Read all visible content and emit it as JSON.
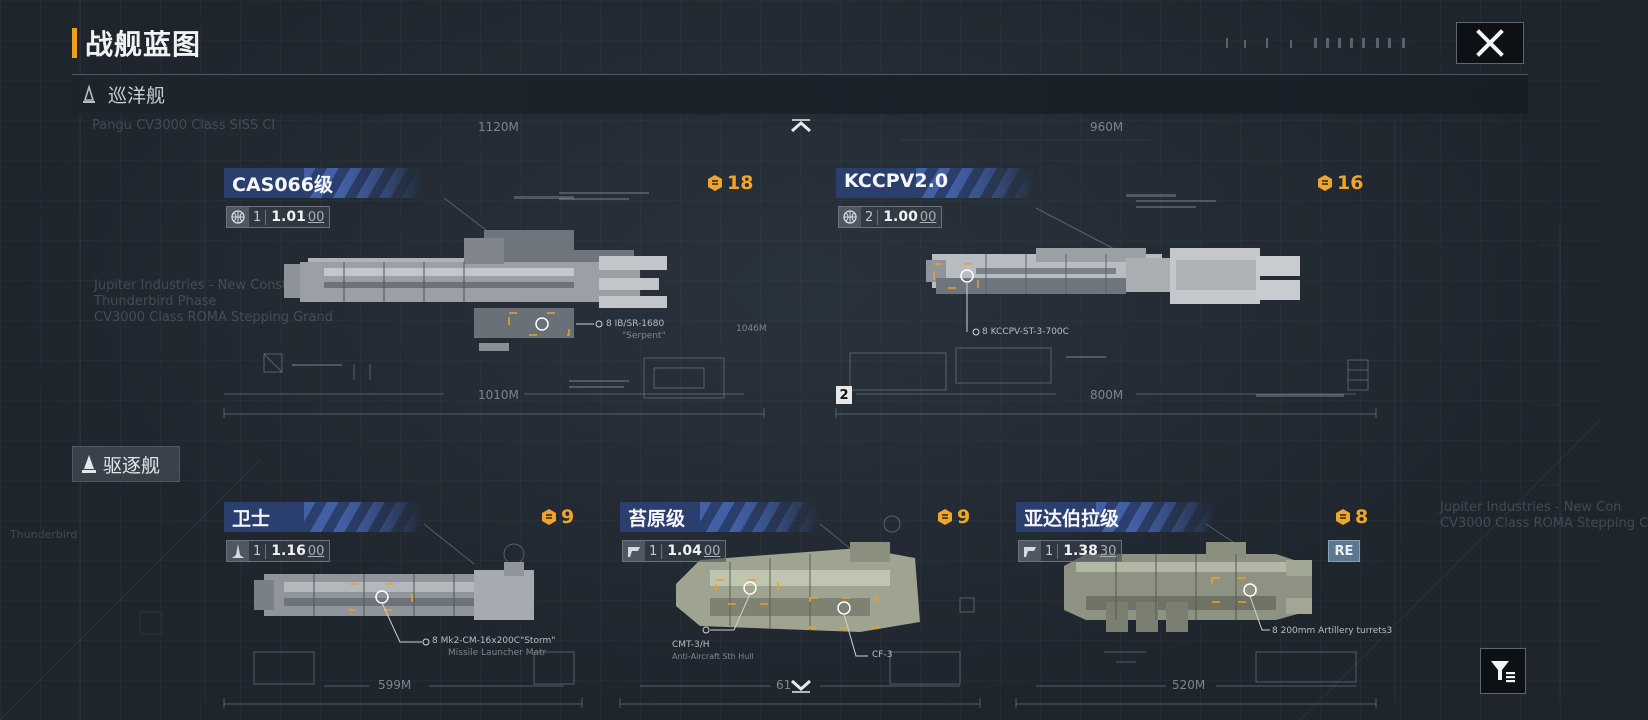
{
  "header": {
    "title": "战舰蓝图",
    "close_icon": "close-icon"
  },
  "colors": {
    "accent_orange": "#f0a020",
    "banner_blue": "#2b3f6e",
    "background": "#1f252d"
  },
  "background_text": {
    "line1": "Pangu CV3000 Class SISS CI",
    "line2": "Jupiter Industries - New Construction",
    "line3": "Thunderbird Phase",
    "line4": "CV3000 Class ROMA Stepping Grand",
    "line5": "Thunderbird",
    "line6": "Jupiter Industries - New Con",
    "line7": "CV3000 Class ROMA Stepping C"
  },
  "categories": [
    {
      "label": "巡洋舰",
      "ships": [
        {
          "name": "CAS066级",
          "cost": "18",
          "tier": "1",
          "value": "1.01",
          "decimal": "00",
          "weapon": "8 IB/SR-1680",
          "weapon_sub": "\"Serpent\"",
          "length": "1010M",
          "length_top": "1120M",
          "side_text": "1046M"
        },
        {
          "name": "KCCPV2.0",
          "cost": "16",
          "tier": "2",
          "value": "1.00",
          "decimal": "00",
          "weapon": "8 KCCPV-ST-3-700C",
          "length": "800M",
          "length_top": "960M",
          "badge": "2"
        }
      ]
    },
    {
      "label": "驱逐舰",
      "ships": [
        {
          "name": "卫士",
          "cost": "9",
          "tier": "1",
          "value": "1.16",
          "decimal": "00",
          "weapon": "8 Mk2-CM-16x200C\"Storm\"",
          "weapon_sub": "Missile Launcher Matr",
          "length": "599M"
        },
        {
          "name": "苔原级",
          "cost": "9",
          "tier": "1",
          "value": "1.04",
          "decimal": "00",
          "weapon": "CMT-3/H",
          "weapon_sub": "Anti-Aircraft Sth Hull",
          "weapon2": "CF-3",
          "length": "61"
        },
        {
          "name": "亚达伯拉级",
          "cost": "8",
          "tier": "1",
          "value": "1.38",
          "decimal": "30",
          "weapon": "8 200mm Artillery turrets3",
          "length": "520M",
          "badge": "RE"
        }
      ]
    }
  ],
  "controls": {
    "scroll_up": "chevron-up-icon",
    "scroll_down": "chevron-down-icon",
    "filter": "filter-icon"
  }
}
